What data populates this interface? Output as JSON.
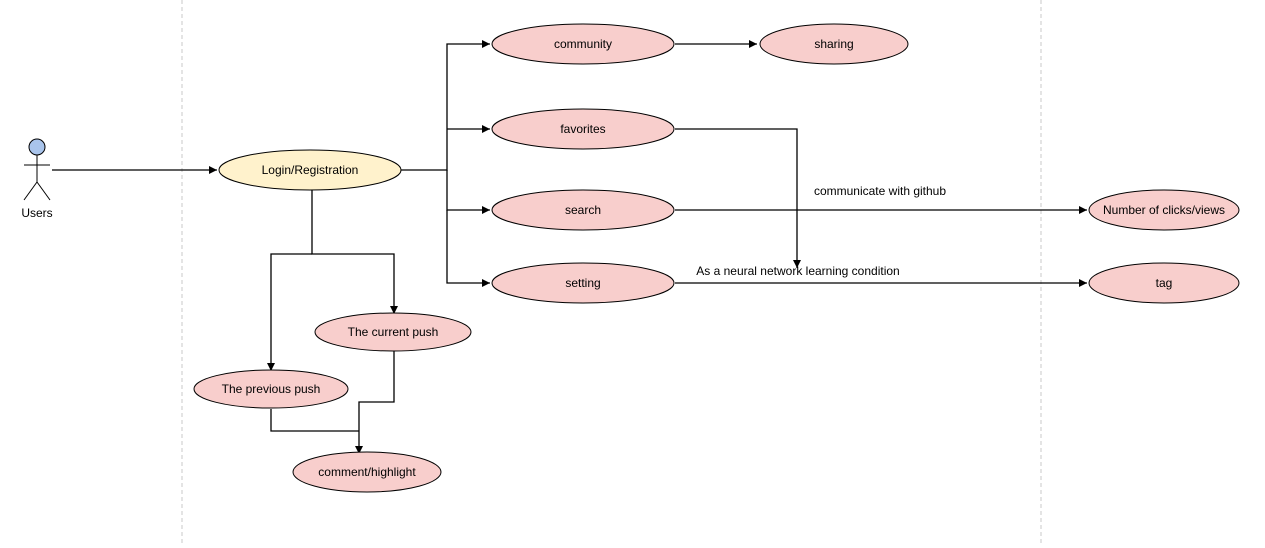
{
  "actor": {
    "label": "Users",
    "color": "#a9c4eb"
  },
  "colors": {
    "primary_fill": "#fff2cc",
    "node_fill": "#f8cecc",
    "stroke": "#000000",
    "separator": "#c8c8c8"
  },
  "nodes": {
    "login": "Login/Registration",
    "community": "community",
    "sharing": "sharing",
    "favorites": "favorites",
    "search": "search",
    "setting": "setting",
    "clicks": "Number of clicks/views",
    "tag": "tag",
    "current_push": "The current push",
    "previous_push": "The previous push",
    "comment": "comment/highlight"
  },
  "edge_labels": {
    "github": "communicate with github",
    "neural": "As a neural network learning condition"
  }
}
